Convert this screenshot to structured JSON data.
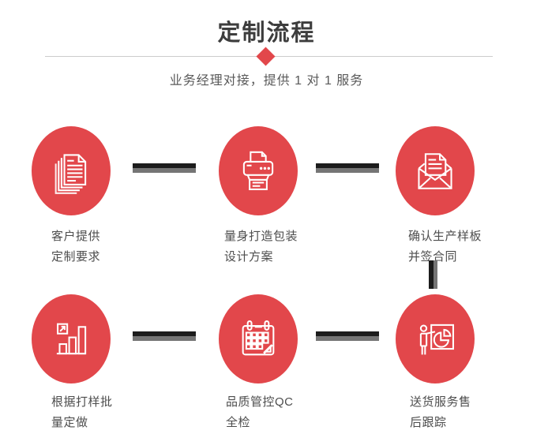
{
  "page": {
    "title": "定制流程",
    "subtitle": "业务经理对接，提供 1 对 1 服务"
  },
  "colors": {
    "accent_red": "#e2474b",
    "title_text": "#3d3d3d",
    "label_text": "#4d4d4d",
    "connector_dark": "#1c1c1c",
    "connector_gray": "#757575",
    "divider_line": "#cccccc",
    "icon_stroke": "#ffffff"
  },
  "steps": [
    {
      "icon": "documents-icon",
      "label": "客户提供\n定制要求"
    },
    {
      "icon": "printer-icon",
      "label": "量身打造包装\n设计方案"
    },
    {
      "icon": "envelope-icon",
      "label": "确认生产样板\n并签合同"
    },
    {
      "icon": "bar-chart-icon",
      "label": "根据打样批\n量定做"
    },
    {
      "icon": "calendar-icon",
      "label": "品质管控QC\n全检"
    },
    {
      "icon": "presentation-icon",
      "label": "送货服务售\n后跟踪"
    }
  ]
}
